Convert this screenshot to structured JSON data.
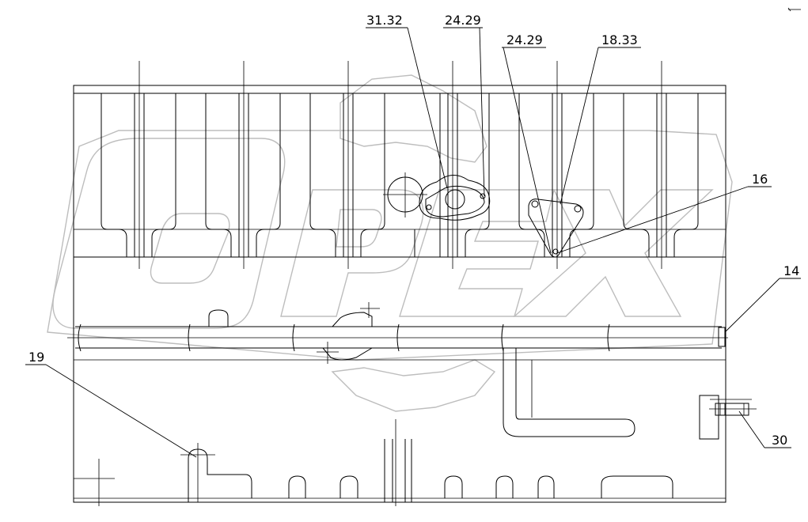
{
  "callouts": [
    {
      "id": "c-31-32",
      "text": "31.32"
    },
    {
      "id": "c-24-29-a",
      "text": "24.29"
    },
    {
      "id": "c-24-29-b",
      "text": "24.29"
    },
    {
      "id": "c-18-33",
      "text": "18.33"
    },
    {
      "id": "c-16",
      "text": "16"
    },
    {
      "id": "c-14",
      "text": "14"
    },
    {
      "id": "c-19",
      "text": "19"
    },
    {
      "id": "c-30",
      "text": "30"
    }
  ],
  "watermark": {
    "text": "OPEX",
    "color": "#bdbdbd"
  }
}
